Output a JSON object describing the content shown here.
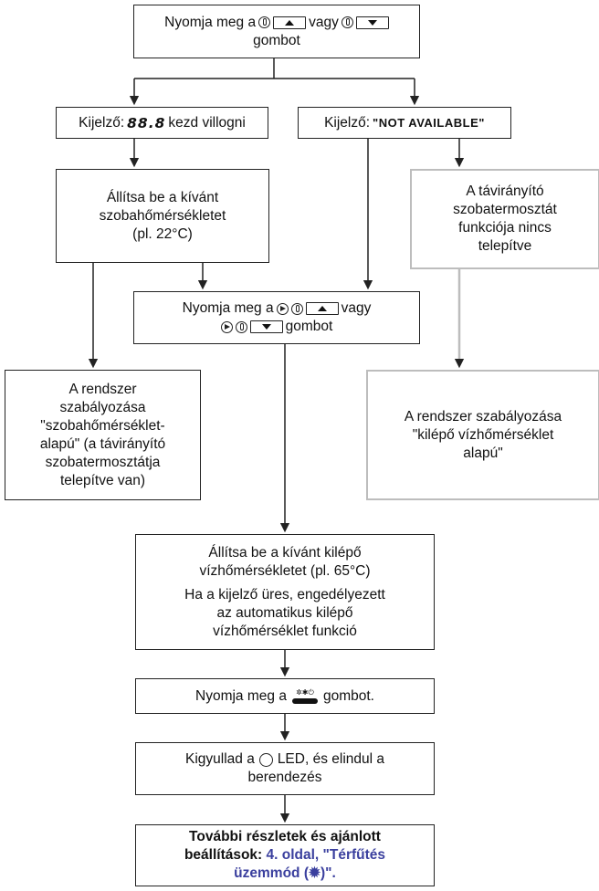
{
  "nodes": {
    "start": {
      "line1_prefix": "Nyomja meg a",
      "line1_or": "vagy",
      "line2": "gombot"
    },
    "display_flash": {
      "prefix": "Kijelző:",
      "digits": "88.8",
      "suffix": "kezd villogni"
    },
    "display_na": {
      "prefix": "Kijelző:",
      "value": "\"NOT AVAILABLE\""
    },
    "set_room_temp": {
      "lines": [
        "Állítsa be a kívánt",
        "szobahőmérsékletet",
        "(pl. 22°C)"
      ]
    },
    "not_installed": {
      "lines": [
        "A távirányító",
        "szobatermosztát",
        "funkciója nincs",
        "telepítve"
      ]
    },
    "press_again": {
      "line1_prefix": "Nyomja meg a",
      "line1_or": "vagy",
      "line2_suffix": "gombot"
    },
    "room_based": {
      "lines": [
        "A rendszer",
        "szabályozása",
        "\"szobahőmérséklet-",
        "alapú\" (a távirányító",
        "szobatermosztátja",
        "telepítve van)"
      ]
    },
    "water_based": {
      "lines": [
        "A rendszer szabályozása",
        "\"kilépő vízhőmérséklet",
        "alapú\""
      ]
    },
    "set_water_temp": {
      "lines_a": [
        "Állítsa be a kívánt kilépő",
        "vízhőmérsékletet (pl. 65°C)"
      ],
      "lines_b": [
        "Ha a kijelző üres, engedélyezett",
        "az automatikus kilépő",
        "vízhőmérséklet funkció"
      ]
    },
    "press_heat": {
      "prefix": "Nyomja meg a",
      "symbol": "✲✱⏻",
      "suffix": "gombot."
    },
    "led_on": {
      "line1_prefix": "Kigyullad a",
      "line1_suffix": "LED, és elindul a",
      "line2": "berendezés"
    },
    "details": {
      "line1": "További részletek és ajánlott",
      "line2_bold": "beállítások:",
      "line2_link": "4. oldal, \"Térfűtés",
      "line3_link_a": "üzemmód (",
      "line3_symbol": "✹",
      "line3_link_b": ")\"."
    }
  },
  "colors": {
    "line": "#222222",
    "gray_line": "#bdbdbd",
    "link": "#3a3f9e"
  }
}
